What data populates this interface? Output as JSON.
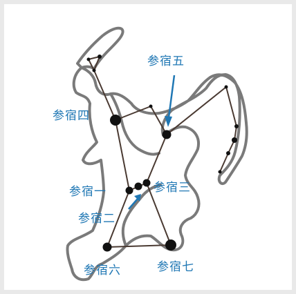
{
  "labels": {
    "star_1": "参宿一",
    "star_2": "参宿二",
    "star_3": "参宿三",
    "star_4": "参宿四",
    "star_5": "参宿五",
    "star_6": "参宿六",
    "star_7": "参宿七"
  },
  "colors": {
    "label": "#1f77b4",
    "arrow": "#1f77b4",
    "outline": "#7a7a7a",
    "constellation_line": "#4a3a32",
    "star": "#111111"
  }
}
